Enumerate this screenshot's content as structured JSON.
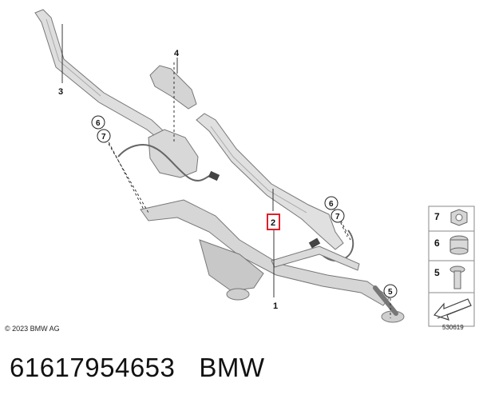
{
  "callouts": {
    "c1": "1",
    "c2": "2",
    "c3": "3",
    "c4": "4",
    "c5": "5",
    "c6a": "6",
    "c7a": "7",
    "c6b": "6",
    "c7b": "7"
  },
  "legend": {
    "items": [
      "7",
      "6",
      "5"
    ]
  },
  "copyright": "© 2023 BMW AG",
  "diagram_id": "530619",
  "footer": {
    "part_number": "61617954653",
    "brand": "BMW"
  },
  "colors": {
    "highlight": "#e0202a",
    "part_fill": "#dcdcdc",
    "part_stroke": "#7a7a7a"
  }
}
